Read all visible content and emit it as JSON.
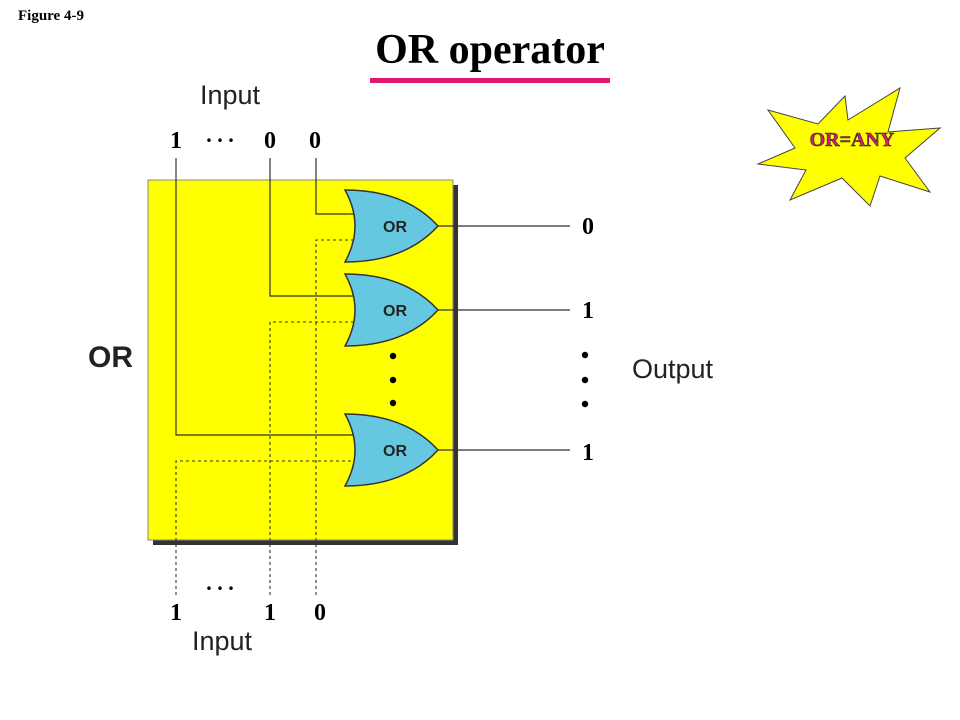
{
  "figure_label": "Figure 4-9",
  "title": "OR operator",
  "callout": "OR=ANY",
  "box_label": "OR",
  "input_top": {
    "label": "Input",
    "bits": [
      "1",
      "0",
      "0"
    ],
    "ellipsis": ". . ."
  },
  "input_bottom": {
    "label": "Input",
    "bits": [
      "1",
      "1",
      "0"
    ],
    "ellipsis": ". . ."
  },
  "output": {
    "label": "Output",
    "bits": [
      "0",
      "1",
      "1"
    ]
  },
  "gates": [
    {
      "label": "OR"
    },
    {
      "label": "OR"
    },
    {
      "label": "OR"
    }
  ],
  "colors": {
    "box": "#ffff00",
    "gate": "#66c8e0",
    "underline": "#e0176e",
    "star": "#ffff00",
    "callout_text": "#e0176e"
  }
}
